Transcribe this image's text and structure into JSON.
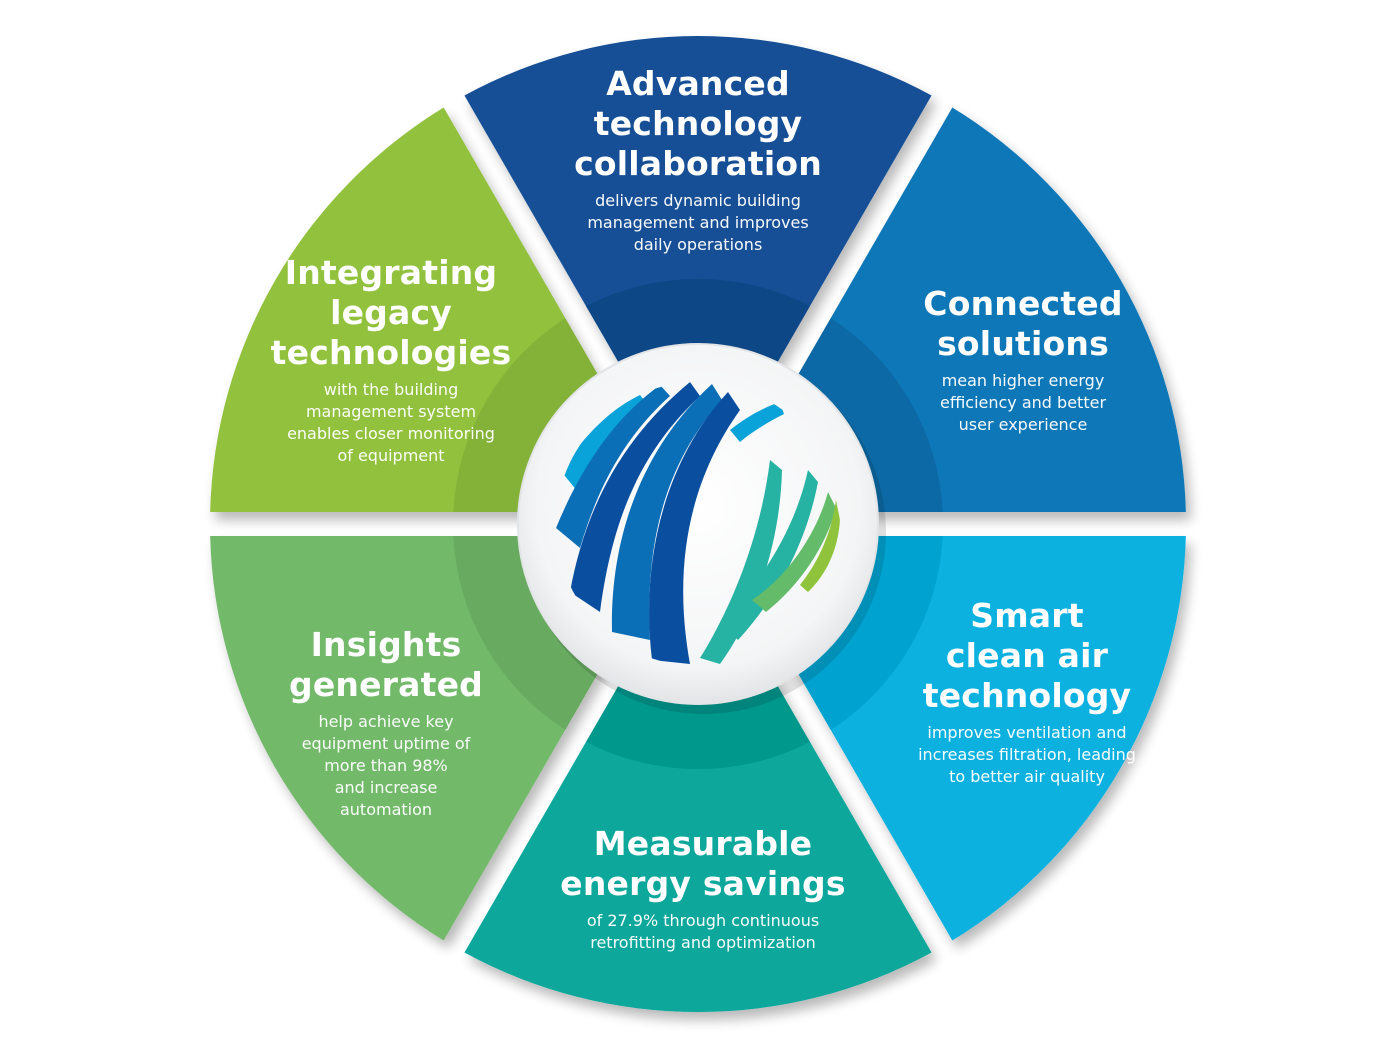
{
  "segments": [
    {
      "id": "advanced",
      "title_lines": [
        "Advanced",
        "technology",
        "collaboration"
      ],
      "desc_lines": [
        "delivers dynamic building",
        "management and improves",
        "daily operations"
      ],
      "color": "#124f96",
      "inner_color": "#0e3f7a"
    },
    {
      "id": "connected",
      "title_lines": [
        "Connected",
        "solutions"
      ],
      "desc_lines": [
        "mean higher energy",
        "efficiency and better",
        "user experience"
      ],
      "color": "#0f77b8",
      "inner_color": "#0b5f95"
    },
    {
      "id": "smart-air",
      "title_lines": [
        "Smart",
        "clean air",
        "technology"
      ],
      "desc_lines": [
        "improves ventilation and",
        "increases filtration, leading",
        "to better air quality"
      ],
      "color": "#07b1e0",
      "inner_color": "#0598c3"
    },
    {
      "id": "energy-savings",
      "title_lines": [
        "Measurable",
        "energy savings"
      ],
      "desc_lines": [
        "of 27.9% through continuous",
        "retrofitting and optimization"
      ],
      "color": "#07a79c",
      "inner_color": "#058b81"
    },
    {
      "id": "insights",
      "title_lines": [
        "Insights",
        "generated"
      ],
      "desc_lines": [
        "help achieve key",
        "equipment uptime of",
        "more than 98%",
        "and increase",
        "automation"
      ],
      "color": "#72b96b",
      "inner_color": "#5f9f58"
    },
    {
      "id": "legacy",
      "title_lines": [
        "Integrating",
        "legacy",
        "technologies"
      ],
      "desc_lines": [
        "with the building",
        "management system",
        "enables closer monitoring",
        "of equipment"
      ],
      "color": "#91c13e",
      "inner_color": "#7aa634"
    }
  ],
  "logo": {
    "name": "globe-swoosh-logo",
    "colors": [
      "#0a4ea0",
      "#0b6fb8",
      "#0aa3d9",
      "#27b3a4",
      "#64bb6a",
      "#8fc33c"
    ]
  }
}
